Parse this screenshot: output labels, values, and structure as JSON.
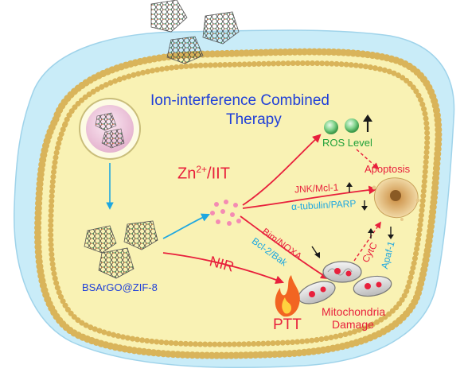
{
  "title_line1": "Ion-interference Combined",
  "title_line2": "Therapy",
  "zn_label": "Zn",
  "zn_sup": "2+",
  "zn_suffix": "/IIT",
  "nir_label": "NIR",
  "material_label": "BSArGO@ZIF-8",
  "ros_label": "ROS Level",
  "apoptosis_label": "Apoptosis",
  "jnk_label": "JNK/Mcl-1",
  "tubulin_label": "α-tubulin/PARP",
  "bim_label": "Bim/NOXA",
  "bcl_label": "Bcl-2/Bak",
  "cytc_label": "CytC",
  "apaf_label": "Apaf-1",
  "ptt_label": "PTT",
  "mito_label_line1": "Mitochondria",
  "mito_label_line2": "Damage",
  "colors": {
    "title_blue": "#1f3fd8",
    "red": "#e8203c",
    "blue": "#1ea7e0",
    "green": "#21a13a",
    "dark": "#1a1a1a",
    "cell_fill": "#f9f2b4",
    "outer_fill": "#c9ecf8",
    "membrane": "#d9b45a"
  },
  "icons": [
    "graphene-flake-icon",
    "ros-sphere-icon",
    "up-arrow-icon",
    "down-arrow-icon",
    "flame-icon",
    "mitochondria-icon",
    "apoptotic-cell-icon",
    "vesicle-icon",
    "zinc-ion-dots-icon"
  ]
}
